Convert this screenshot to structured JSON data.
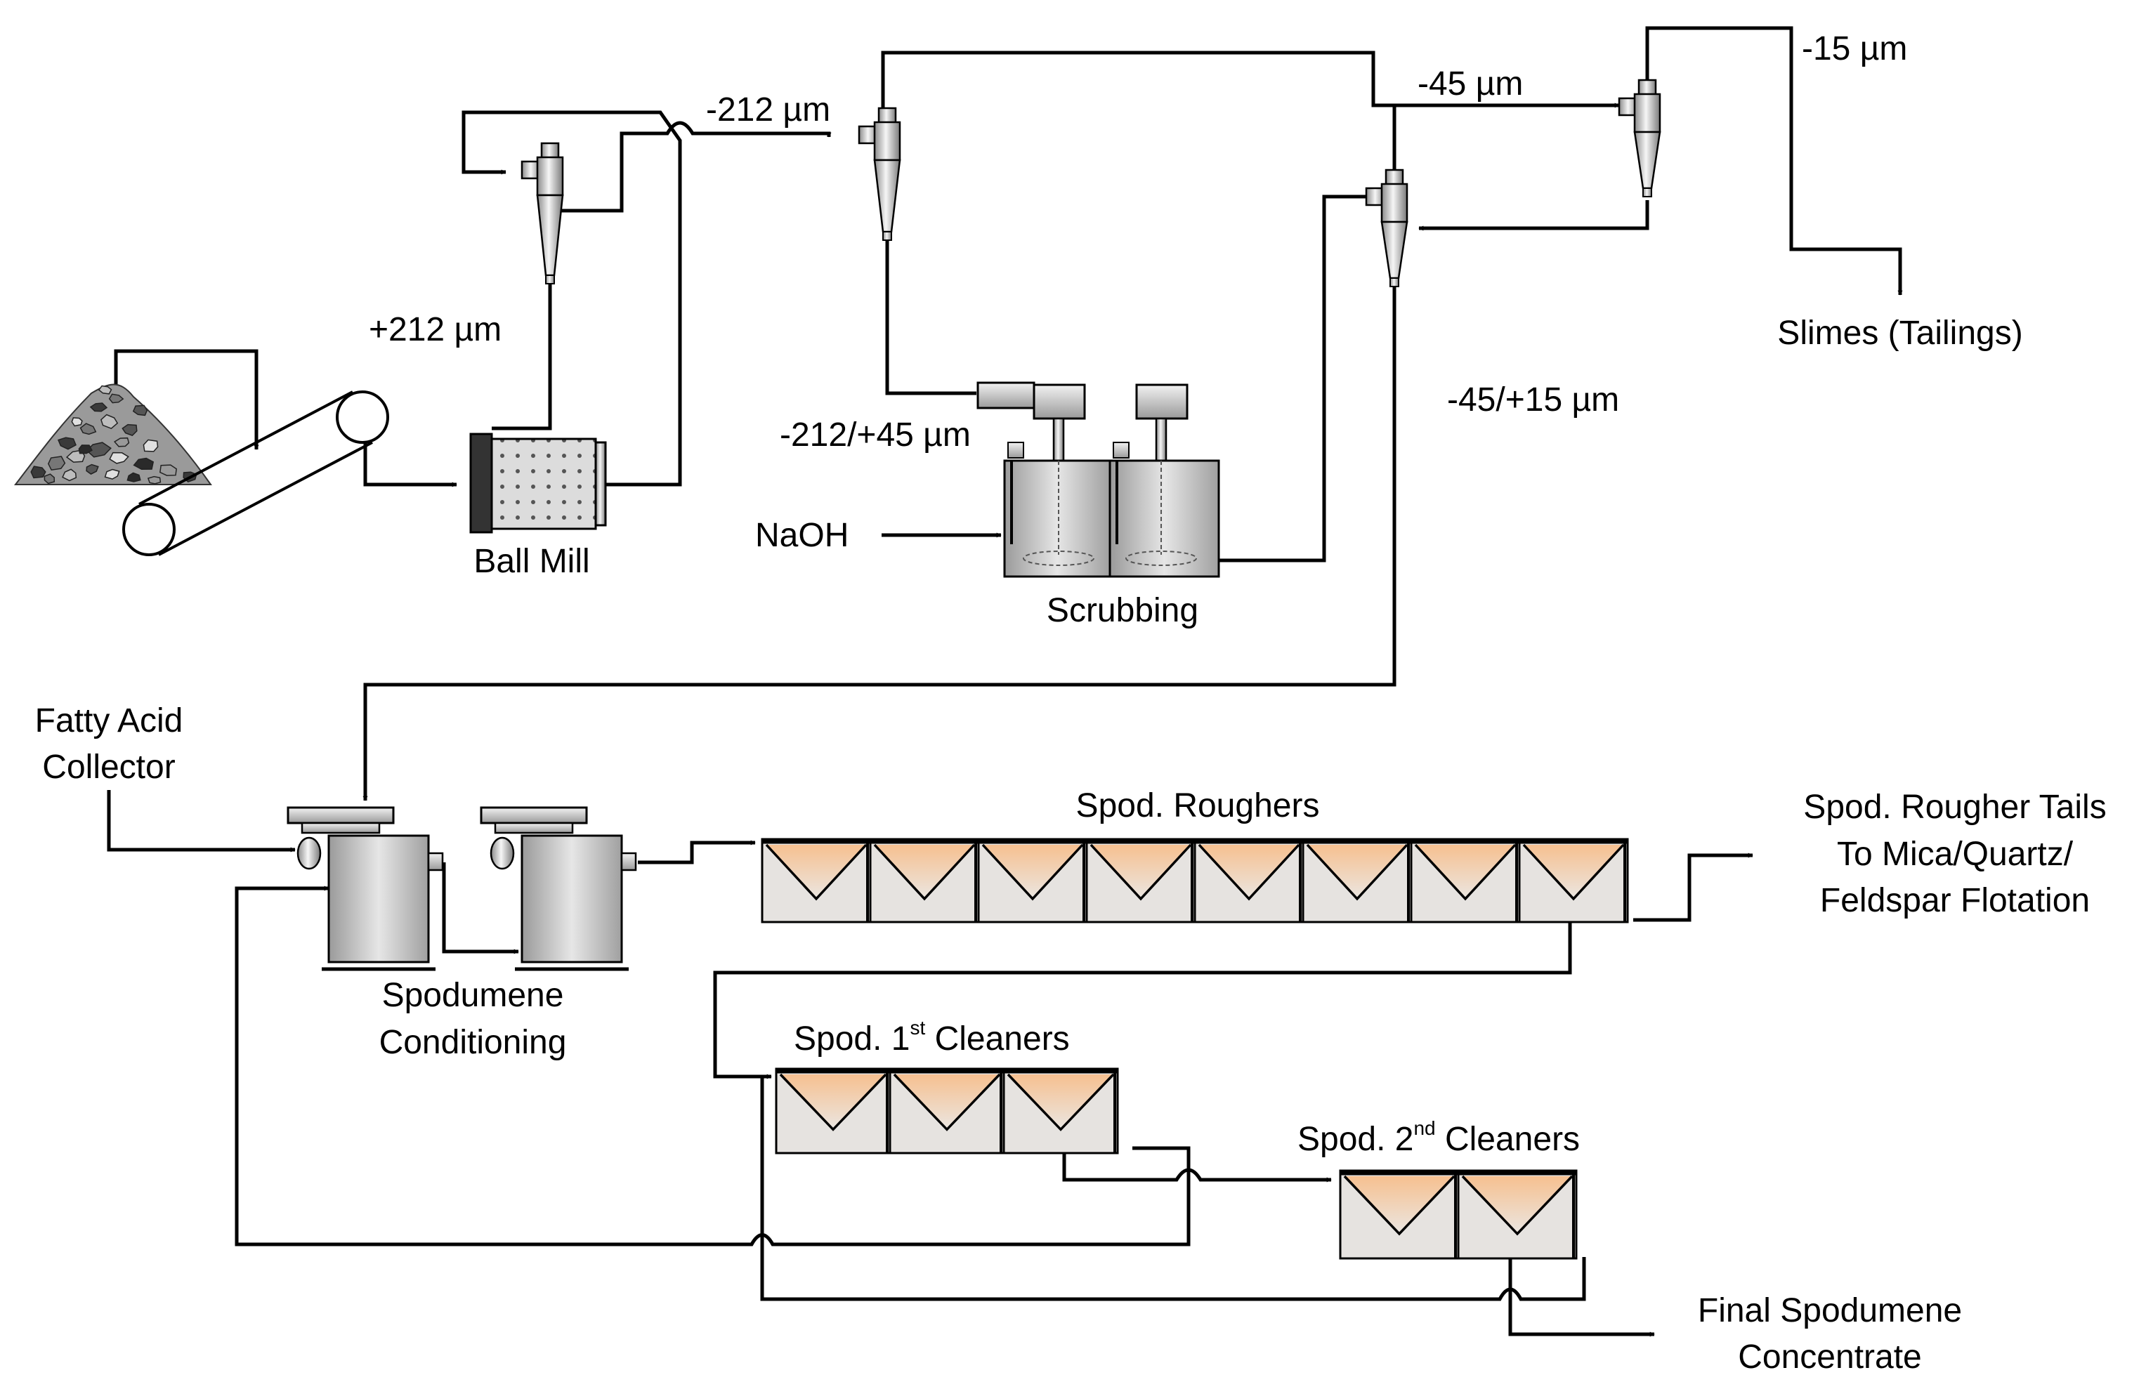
{
  "labels": {
    "minus212": "-212 µm",
    "plus212": "+212 µm",
    "minus45": "-45 µm",
    "minus15": "-15 µm",
    "minus45plus15": "-45/+15 µm",
    "minus212plus45": "-212/+45 µm",
    "slimes": "Slimes (Tailings)",
    "ball_mill": "Ball Mill",
    "naoh": "NaOH",
    "scrubbing": "Scrubbing",
    "fatty_acid_line1": "Fatty Acid",
    "fatty_acid_line2": "Collector",
    "spod_conditioning_line1": "Spodumene",
    "spod_conditioning_line2": "Conditioning",
    "spod_roughers": "Spod. Roughers",
    "rougher_tails_line1": "Spod. Rougher Tails",
    "rougher_tails_line2": "To Mica/Quartz/",
    "rougher_tails_line3": "Feldspar Flotation",
    "first_cleaners_pre": "Spod. 1",
    "first_cleaners_sup": "st",
    "first_cleaners_post": " Cleaners",
    "second_cleaners_pre": "Spod. 2",
    "second_cleaners_sup": "nd",
    "second_cleaners_post": " Cleaners",
    "final_conc_line1": "Final Spodumene",
    "final_conc_line2": "Concentrate"
  },
  "colors": {
    "line": "#000000",
    "cell_top": "#f6c090",
    "cell_bottom": "#e8e8e8",
    "metal_light": "#f4f4f4",
    "metal_dark": "#8a8a8a"
  }
}
